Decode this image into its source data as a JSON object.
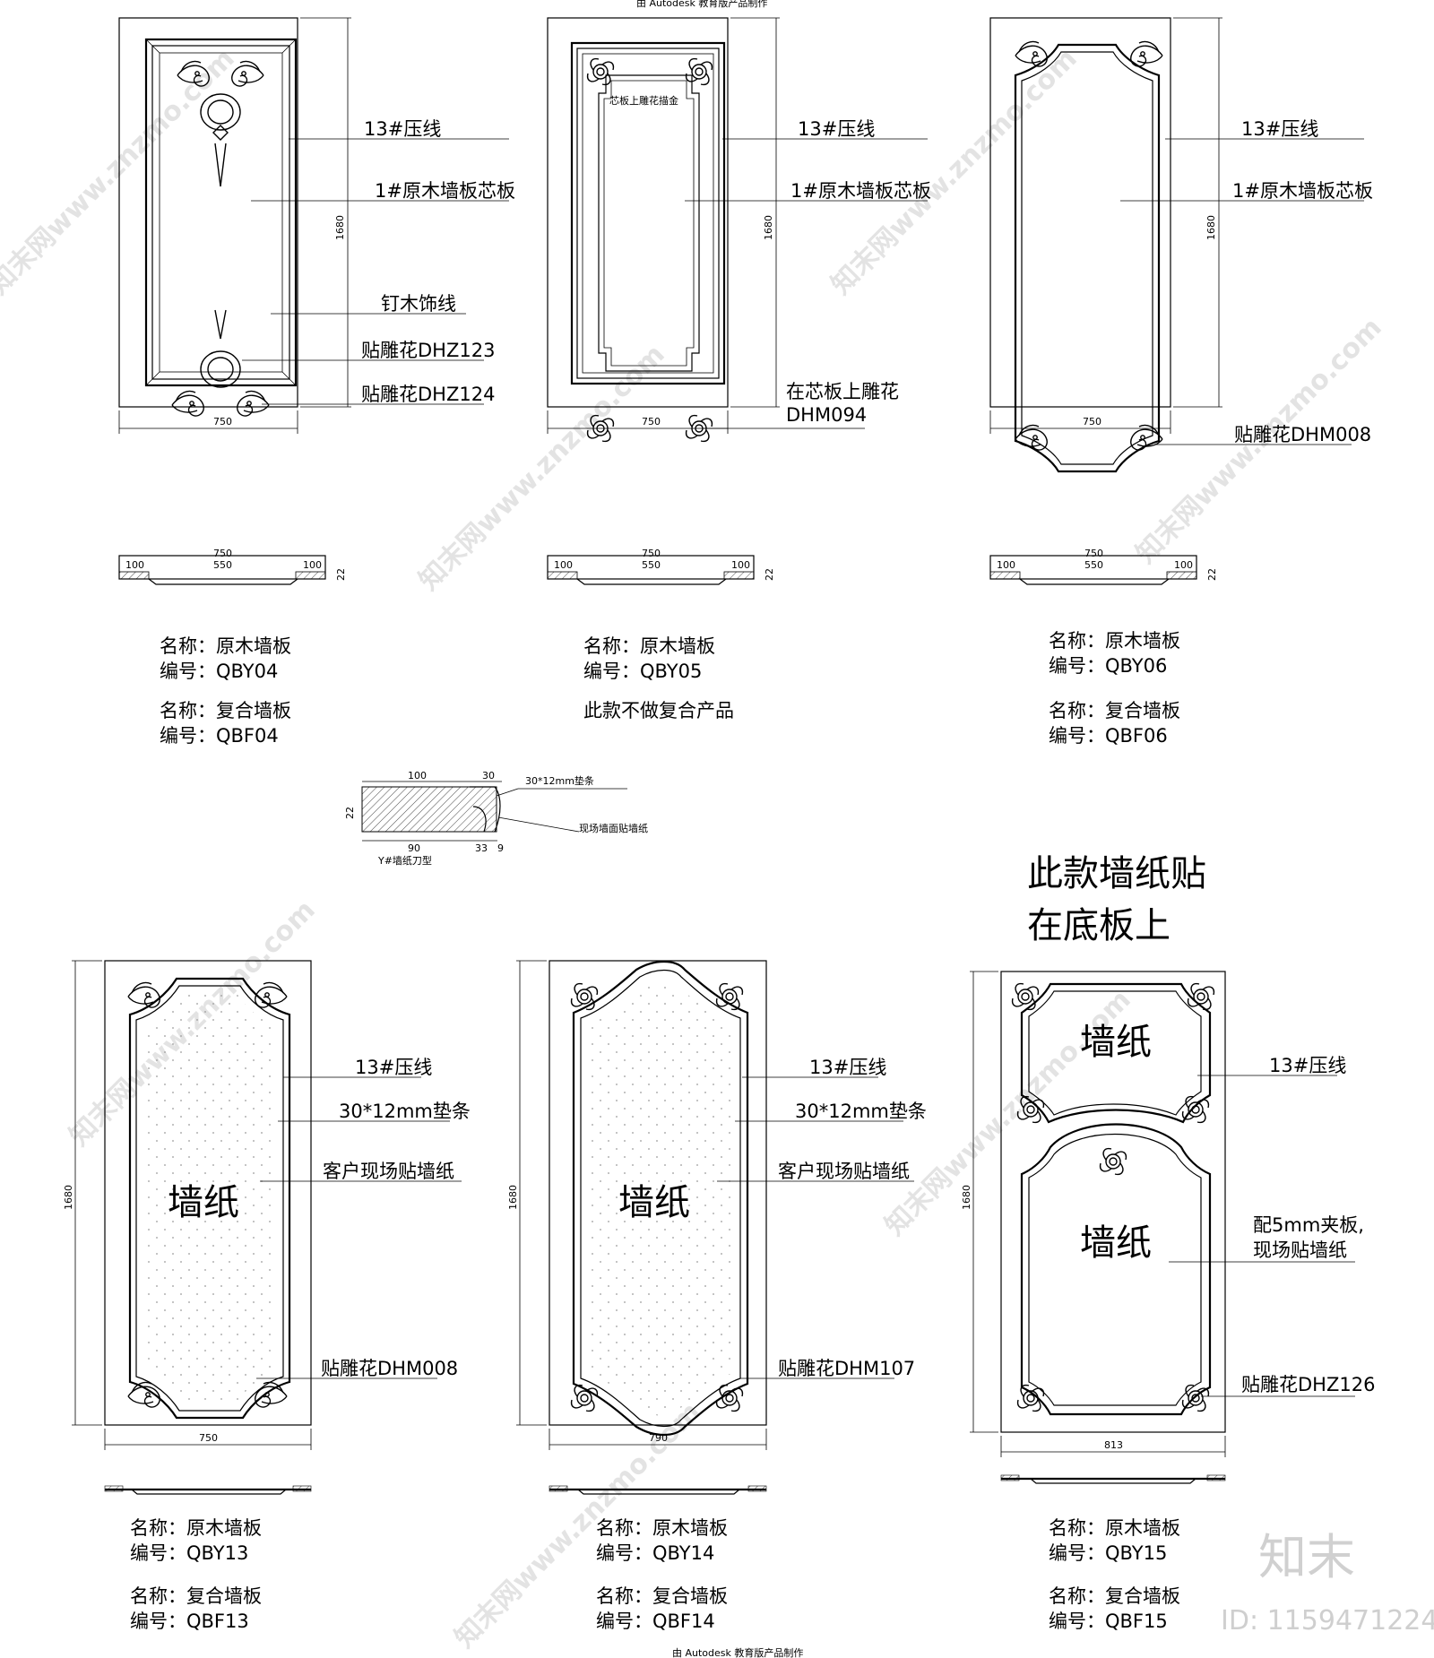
{
  "header": {
    "top_note": "由 Autodesk 教育版产品制作",
    "bottom_note": "由 Autodesk 教育版产品制作"
  },
  "watermark": {
    "text": "知末网www.znzmo.com",
    "logo": "知末",
    "id_label": "ID: 1159471224"
  },
  "note_big": {
    "line1": "此款墙纸贴",
    "line2": "在底板上"
  },
  "section_detail": {
    "title": "Y#墙纸刀型",
    "dims": [
      "100",
      "30",
      "22",
      "90",
      "33",
      "9"
    ],
    "callout_strip": "30*12mm垫条",
    "callout_wall": "现场墙面贴墙纸"
  },
  "panels": [
    {
      "height_dim": "1680",
      "width_dim": "750",
      "section_dims": {
        "total": "750",
        "left": "100",
        "mid": "550",
        "right": "100",
        "thk": "22"
      },
      "labels": [
        "13#压线",
        "1#原木墙板芯板",
        "钉木饰线",
        "贴雕花DHZ123",
        "贴雕花DHZ124"
      ],
      "caption": [
        "名称：原木墙板",
        "编号：QBY04",
        "名称：复合墙板",
        "编号：QBF04"
      ]
    },
    {
      "height_dim": "1680",
      "width_dim": "750",
      "inner_note": "芯板上雕花描金",
      "section_dims": {
        "total": "750",
        "left": "100",
        "mid": "550",
        "right": "100",
        "thk": "22"
      },
      "labels": [
        "13#压线",
        "1#原木墙板芯板",
        "在芯板上雕花",
        "DHM094"
      ],
      "caption": [
        "名称：原木墙板",
        "编号：QBY05",
        "此款不做复合产品"
      ]
    },
    {
      "height_dim": "1680",
      "width_dim": "750",
      "section_dims": {
        "total": "750",
        "left": "100",
        "mid": "550",
        "right": "100",
        "thk": "22"
      },
      "labels": [
        "13#压线",
        "1#原木墙板芯板",
        "贴雕花DHM008"
      ],
      "caption": [
        "名称：原木墙板",
        "编号：QBY06",
        "名称：复合墙板",
        "编号：QBF06"
      ]
    },
    {
      "height_dim": "1680",
      "width_dim": "750",
      "center_text": "墙纸",
      "labels": [
        "13#压线",
        "30*12mm垫条",
        "客户现场贴墙纸",
        "贴雕花DHM008"
      ],
      "caption": [
        "名称：原木墙板",
        "编号：QBY13",
        "名称：复合墙板",
        "编号：QBF13"
      ]
    },
    {
      "height_dim": "1680",
      "width_dim": "790",
      "center_text": "墙纸",
      "labels": [
        "13#压线",
        "30*12mm垫条",
        "客户现场贴墙纸",
        "贴雕花DHM107"
      ],
      "caption": [
        "名称：原木墙板",
        "编号：QBY14",
        "名称：复合墙板",
        "编号：QBF14"
      ]
    },
    {
      "height_dim": "1680",
      "width_dim": "813",
      "center_text_top": "墙纸",
      "center_text_bottom": "墙纸",
      "labels": [
        "13#压线",
        "配5mm夹板,",
        "现场贴墙纸",
        "贴雕花DHZ126"
      ],
      "caption": [
        "名称：原木墙板",
        "编号：QBY15",
        "名称：复合墙板",
        "编号：QBF15"
      ]
    }
  ]
}
